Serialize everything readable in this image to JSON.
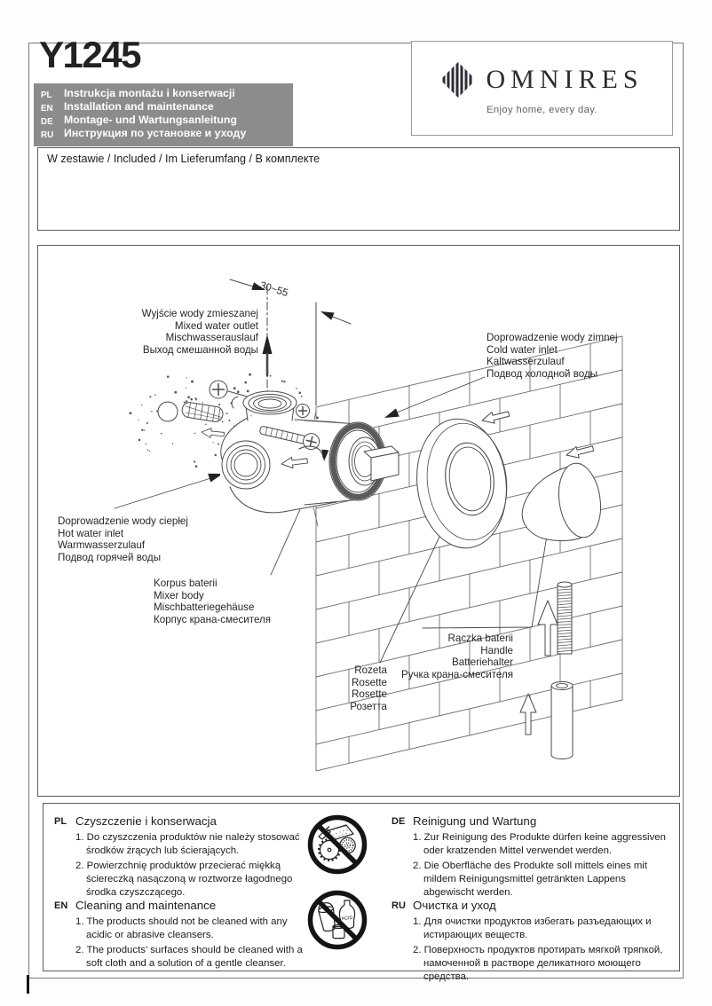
{
  "page": {
    "product_code": "Y1245"
  },
  "header": {
    "languages": [
      {
        "code": "PL",
        "label": "Instrukcja montażu i konserwacji"
      },
      {
        "code": "EN",
        "label": "Installation and maintenance"
      },
      {
        "code": "DE",
        "label": "Montage- und Wartungsanleitung"
      },
      {
        "code": "RU",
        "label": "Инструкция по установке и уходу"
      }
    ],
    "logo": {
      "brand": "OMNIRES",
      "tagline": "Enjoy home, every day."
    }
  },
  "included": {
    "title": "W zestawie / Included / Im Lieferumfang / В комплекте"
  },
  "diagram": {
    "dimension_label": "30~55",
    "labels": {
      "mixed_outlet": {
        "pl": "Wyjście wody zmieszanej",
        "en": "Mixed water outlet",
        "de": "Mischwasserauslauf",
        "ru": "Выход смешанной воды"
      },
      "cold_inlet": {
        "pl": "Doprowadzenie wody zimnej",
        "en": "Cold water inlet",
        "de": "Kaltwasserzulauf",
        "ru": "Подвод холодной воды"
      },
      "hot_inlet": {
        "pl": "Doprowadzenie wody ciepłej",
        "en": "Hot water inlet",
        "de": "Warmwasserzulauf",
        "ru": "Подвод горячей воды"
      },
      "mixer_body": {
        "pl": "Korpus baterii",
        "en": "Mixer body",
        "de": "Mischbatteriegehäuse",
        "ru": "Корпус крана-смесителя"
      },
      "handle": {
        "pl": "Rączka baterii",
        "en": "Handle",
        "de": "Batteriehalter",
        "ru": "Ручка крана-смесителя"
      },
      "rosette": {
        "pl": "Rozeta",
        "en": "Rosette",
        "de": "Rosette",
        "ru": "Розетта"
      }
    }
  },
  "maintenance": {
    "sections": [
      {
        "code": "PL",
        "title": "Czyszczenie i konserwacja",
        "items": [
          "1. Do czyszczenia produktów nie należy stosować środków żrących lub ścierających.",
          "2. Powierzchnię produktów przecierać miękką ściereczką nasączoną w roztworze łagodnego środka czyszczącego."
        ]
      },
      {
        "code": "EN",
        "title": "Cleaning and maintenance",
        "items": [
          "1. The products should not be cleaned with any acidic or abrasive cleansers.",
          "2. The products’ surfaces should be cleaned with a soft cloth and a solution of a gentle cleanser."
        ]
      },
      {
        "code": "DE",
        "title": "Reinigung und Wartung",
        "items": [
          "1. Zur Reinigung des Produkte dürfen keine aggressiven oder kratzenden Mittel verwendet werden.",
          "2. Die Oberfläche des Produkte soll mittels eines mit mildem Reinigungsmittel getränkten Lappens abgewischt werden."
        ]
      },
      {
        "code": "RU",
        "title": "Очистка и уход",
        "items": [
          "1. Для очистки продуктов избегать разъедающих и истирающих веществ.",
          "2. Поверхность продуктов протирать мягкой тряпкой, намоченной в растворе деликатного моющего средства."
        ]
      }
    ],
    "prohibition": {
      "acid_label": "ACID"
    }
  },
  "colors": {
    "lang_box_bg": "#8c8c8c",
    "drawing_line": "#4a4a4a",
    "text": "#1c1c1c"
  }
}
